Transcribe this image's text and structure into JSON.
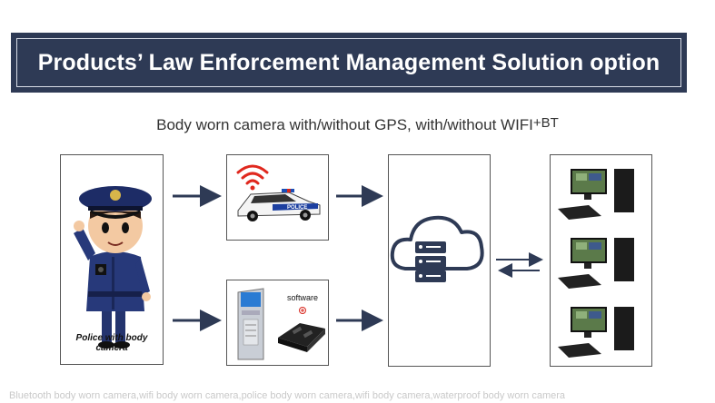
{
  "banner": {
    "title": "Products’ Law Enforcement Management Solution option"
  },
  "subtitle": {
    "text": "Body worn camera with/without GPS, with/without WIFI",
    "suffix_plus": "+",
    "suffix_bt": "BT"
  },
  "police": {
    "caption": "Police with body camera"
  },
  "car": {
    "door_text": "POLICE"
  },
  "software": {
    "label": "software"
  },
  "footer": {
    "text": "Bluetooth body worn camera,wifi body worn camera,police body worn camera,wifi body camera,waterproof body worn camera"
  },
  "colors": {
    "banner_bg": "#2e3a55",
    "arrow": "#2e3a55",
    "cloud": "#2e3a55",
    "wifi_red": "#e0281e"
  },
  "icons": [
    "wifi-icon",
    "police-car-icon",
    "kiosk-icon",
    "docking-station-icon",
    "cloud-server-icon",
    "computer-icon",
    "arrow-right-icon",
    "bidirectional-arrow-icon"
  ]
}
